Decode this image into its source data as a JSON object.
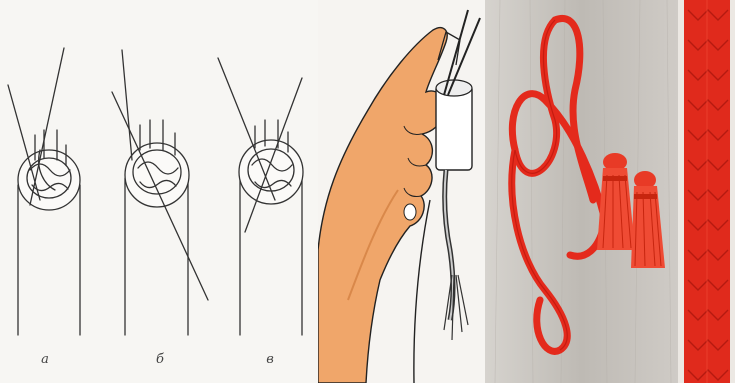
{
  "step_labels": [
    {
      "label": "a"
    },
    {
      "label": "б"
    },
    {
      "label": "в"
    }
  ],
  "colors": {
    "line_ink": "#333333",
    "skin": "#f0a66a",
    "skin_shadow": "#d9884a",
    "cord_red": "#e42a1c",
    "wood_gray": "#c7c3be"
  }
}
